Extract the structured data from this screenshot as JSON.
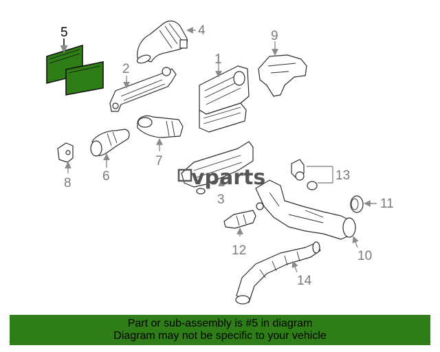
{
  "callouts": {
    "c1": "1",
    "c2": "2",
    "c3": "3",
    "c4": "4",
    "c5": "5",
    "c6": "6",
    "c7": "7",
    "c8": "8",
    "c9": "9",
    "c10": "10",
    "c11": "11",
    "c12": "12",
    "c13": "13",
    "c14": "14"
  },
  "highlighted_part": "5",
  "highlight_color": "#2e7d16",
  "watermark": "vparts",
  "banner": {
    "line1": "Part or sub-assembly is #5 in diagram",
    "line2": "Diagram may not be specific to your vehicle"
  }
}
